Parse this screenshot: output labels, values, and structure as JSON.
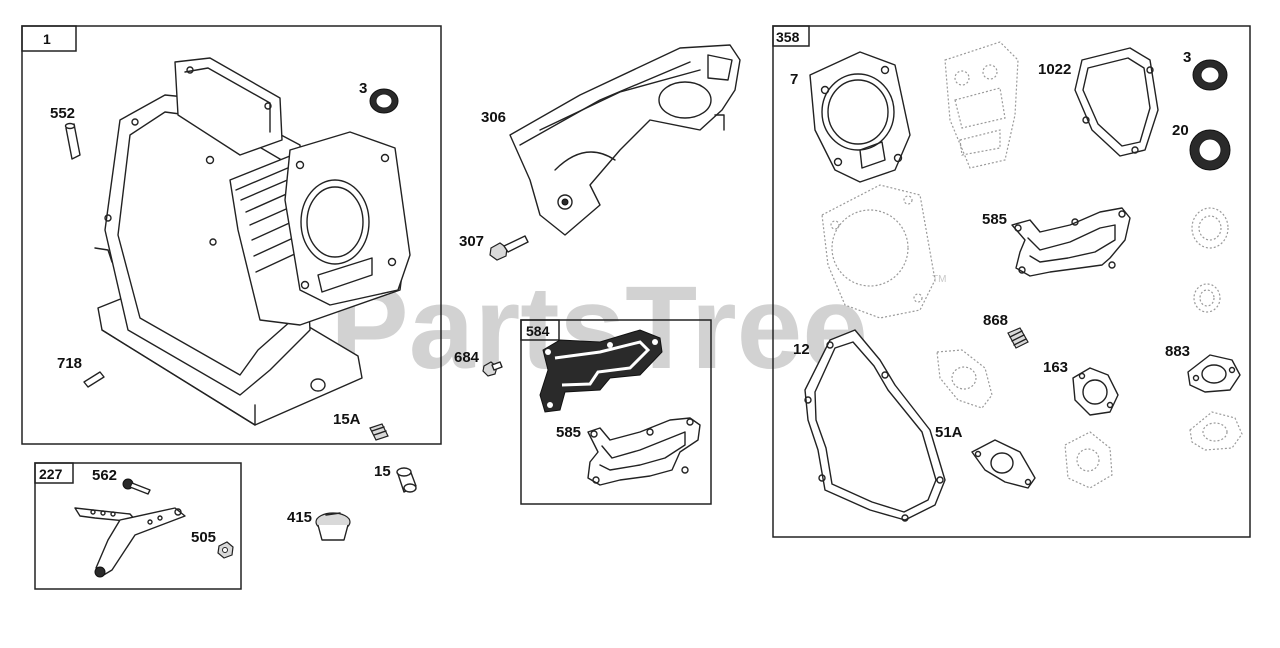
{
  "watermark": {
    "text": "PartsTree",
    "trademark": "TM"
  },
  "groups": {
    "engine_block": "1",
    "governor": "227",
    "gasket_kit_a": "584",
    "gasket_set": "358"
  },
  "callouts": {
    "c_552": "552",
    "c_3a": "3",
    "c_718": "718",
    "c_15a": "15A",
    "c_562": "562",
    "c_505": "505",
    "c_15": "15",
    "c_415": "415",
    "c_306": "306",
    "c_307": "307",
    "c_684": "684",
    "c_584_585": "585",
    "c_7": "7",
    "c_1022": "1022",
    "c_3b": "3",
    "c_20": "20",
    "c_585b": "585",
    "c_868": "868",
    "c_12": "12",
    "c_163": "163",
    "c_883": "883",
    "c_51a": "51A"
  }
}
